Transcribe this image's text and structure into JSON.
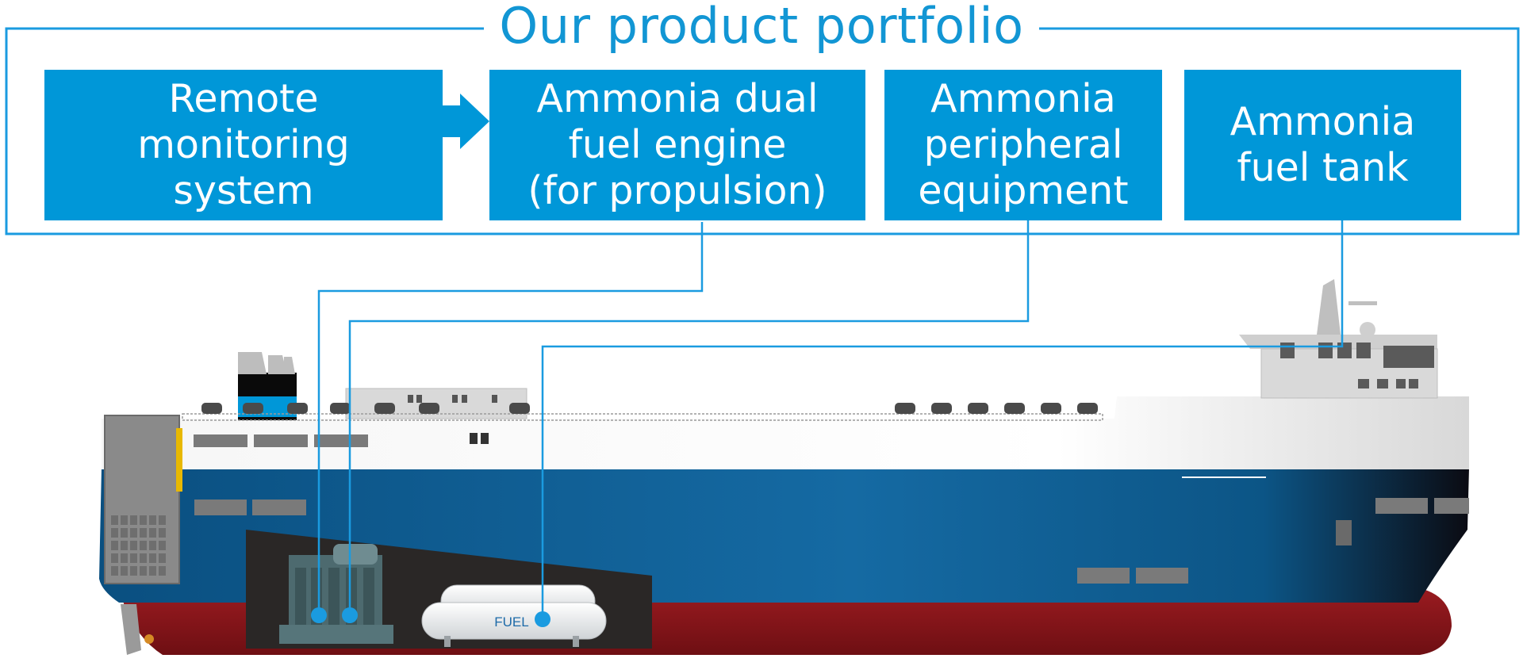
{
  "title": "Our product portfolio",
  "products": [
    {
      "label": "Remote\nmonitoring\nsystem"
    },
    {
      "label": "Ammonia dual\nfuel engine\n(for propulsion)"
    },
    {
      "label": "Ammonia\nperipheral\nequipment"
    },
    {
      "label": "Ammonia\nfuel tank"
    }
  ],
  "tank_label": "FUEL",
  "colors": {
    "brand_blue": "#0097d8",
    "line_blue": "#1a9be0",
    "hull_blue": "#0e5b8f",
    "hull_red": "#8c1519",
    "engine_room": "#2a2726"
  }
}
